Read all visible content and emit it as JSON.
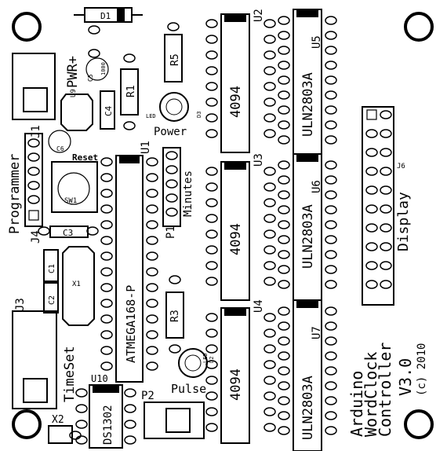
{
  "chips": {
    "u2_body": "4094",
    "u3_body": "4094",
    "u4_body": "4094",
    "u5_body": "ULN2803A",
    "u6_body": "ULN2803A",
    "u7_body": "ULN2803A",
    "u1_body": "ATMEGA168-P",
    "u10_body": "DS1302",
    "u1": "U1",
    "u2": "U2",
    "u3": "U3",
    "u4": "U4",
    "u5": "U5",
    "u6": "U6",
    "u7": "U7",
    "u10": "U10",
    "u9": "U9"
  },
  "parts": {
    "d1": "D1",
    "r1": "R1",
    "r3": "R3",
    "r5": "R5",
    "c1": "C1",
    "c2": "C2",
    "c3": "C3",
    "c4": "C4",
    "c5": "C5",
    "c6": "C6",
    "d2": "D2",
    "d3": "D3",
    "j1": "J1",
    "j3": "J3",
    "j4": "J4",
    "j6": "J6",
    "p1": "P1",
    "p2": "P2",
    "x1": "X1",
    "x2": "X2",
    "sw1": "SW1",
    "led": "LED",
    "led2": "LED",
    "c1000": "1000"
  },
  "labels": {
    "pwr": "PWR+",
    "power": "Power",
    "reset": "Reset",
    "minutes": "Minutes",
    "pulse": "Pulse",
    "programmer": "Programmer",
    "timeset": "TimeSet",
    "display": "Display"
  },
  "title": {
    "line1": "Arduino",
    "line2": "WordClock",
    "line3": "Controller",
    "version": "V3.0",
    "copyright": "(c) 2010"
  }
}
